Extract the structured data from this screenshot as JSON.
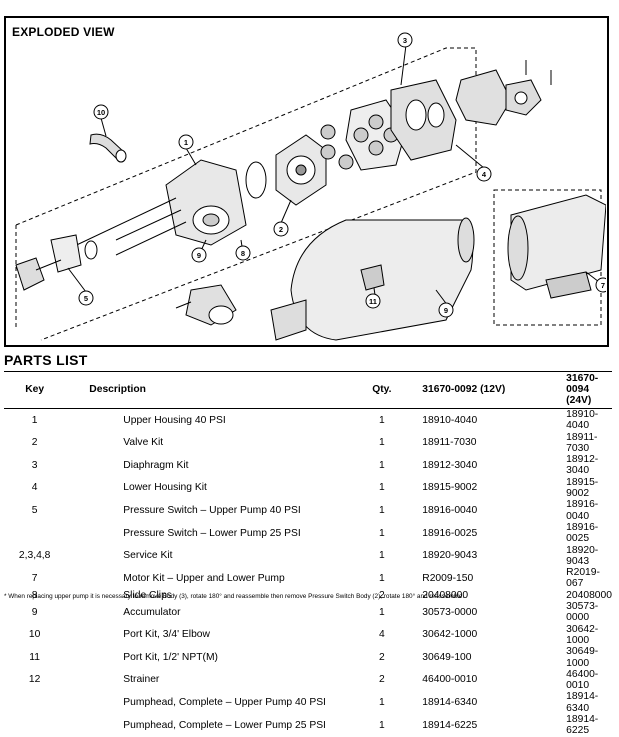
{
  "exploded": {
    "title": "EXPLODED VIEW",
    "callouts": [
      "1",
      "2",
      "3",
      "4",
      "5",
      "7",
      "8",
      "9",
      "9",
      "10",
      "11"
    ]
  },
  "parts_list": {
    "title": "PARTS LIST",
    "headers": [
      "Key",
      "Description",
      "Qty.",
      "31670-0092 (12V)",
      "31670-0094 (24V)"
    ],
    "rows": [
      {
        "key": "1",
        "desc": "Upper Housing 40 PSI",
        "qty": "1",
        "p12": "18910-4040",
        "p24": "18910-4040"
      },
      {
        "key": "2",
        "desc": "Valve Kit",
        "qty": "1",
        "p12": "18911-7030",
        "p24": "18911-7030"
      },
      {
        "key": "3",
        "desc": "Diaphragm Kit",
        "qty": "1",
        "p12": "18912-3040",
        "p24": "18912-3040"
      },
      {
        "key": "4",
        "desc": "Lower Housing Kit",
        "qty": "1",
        "p12": "18915-9002",
        "p24": "18915-9002"
      },
      {
        "key": "5",
        "desc": "Pressure Switch – Upper Pump 40 PSI",
        "qty": "1",
        "p12": "18916-0040",
        "p24": "18916-0040"
      },
      {
        "key": "",
        "desc": "Pressure Switch – Lower Pump 25 PSI",
        "qty": "1",
        "p12": "18916-0025",
        "p24": "18916-0025"
      },
      {
        "key": "2,3,4,8",
        "desc": "Service Kit",
        "qty": "1",
        "p12": "18920-9043",
        "p24": "18920-9043"
      },
      {
        "key": "7",
        "desc": "Motor Kit – Upper and Lower Pump",
        "qty": "1",
        "p12": "R2009-150",
        "p24": "R2019-067"
      },
      {
        "key": "8",
        "desc": "Slide Clips",
        "qty": "2",
        "p12": "20408000",
        "p24": "20408000"
      },
      {
        "key": "9",
        "desc": "Accumulator",
        "qty": "1",
        "p12": "30573-0000",
        "p24": "30573-0000"
      },
      {
        "key": "10",
        "desc": "Port Kit, 3/4' Elbow",
        "qty": "4",
        "p12": "30642-1000",
        "p24": "30642-1000"
      },
      {
        "key": "11",
        "desc": "Port Kit, 1/2' NPT(M)",
        "qty": "2",
        "p12": "30649-100",
        "p24": "30649-1000"
      },
      {
        "key": "12",
        "desc": "Strainer",
        "qty": "2",
        "p12": "46400-0010",
        "p24": "46400-0010"
      },
      {
        "key": "",
        "desc": "Pumphead, Complete – Upper Pump 40 PSI",
        "qty": "1",
        "p12": "18914-6340",
        "p24": "18914-6340"
      },
      {
        "key": "",
        "desc": "Pumphead, Complete – Lower Pump 25 PSI",
        "qty": "1",
        "p12": "18914-6225",
        "p24": "18914-6225"
      }
    ],
    "footnote": "* When replacing upper pump it is necessary to remove Body (3), rotate 180° and reassemble then remove Pressure Switch Body (2), rotate 180° and reassemble."
  }
}
